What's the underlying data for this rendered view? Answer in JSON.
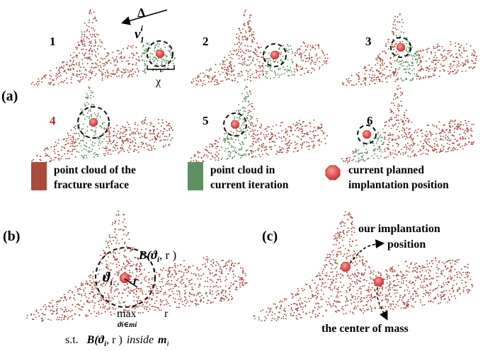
{
  "panel_labels": {
    "a": "(a)",
    "b": "(b)",
    "c": "(c)"
  },
  "steps": [
    "1",
    "2",
    "3",
    "4",
    "5",
    "6"
  ],
  "step_colors": {
    "normal": "#000000",
    "highlight": "#d62020"
  },
  "highlight_step": "4",
  "colors": {
    "fracture_surface": "#a84a3c",
    "current_iteration": "#5f8f5f",
    "implant_fill": "#e85a5a",
    "implant_stroke": "#c23a3a",
    "dash": "#111111"
  },
  "annotations_a": {
    "delta": "Δ",
    "v_base": "v",
    "v_sup": "i",
    "v_sub": "1",
    "chi": "χ"
  },
  "legend": {
    "fracture_line1": "point cloud of the",
    "fracture_line2": "fracture surface",
    "iteration_line1": "point cloud in",
    "iteration_line2": "current iteration",
    "planned_line1": "current planned",
    "planned_line2": "implantation position"
  },
  "panel_b": {
    "ball_label": "B(ϑ",
    "ball_sub": "i",
    "ball_tail": ", r )",
    "theta_label": "ϑ",
    "theta_sub": "i",
    "r_label": "r",
    "max_label": "max",
    "max_sub": "ϑi∈mi",
    "max_var": "r",
    "st_prefix": "s.t.",
    "st_ball": "B(ϑ",
    "st_sub": "i",
    "st_tail": ", r )",
    "st_inside": "inside",
    "st_set": "m",
    "st_set_sub": "i"
  },
  "panel_c": {
    "implant_line1": "our implantation",
    "implant_line2": "position",
    "mass_label": "the center of mass"
  }
}
